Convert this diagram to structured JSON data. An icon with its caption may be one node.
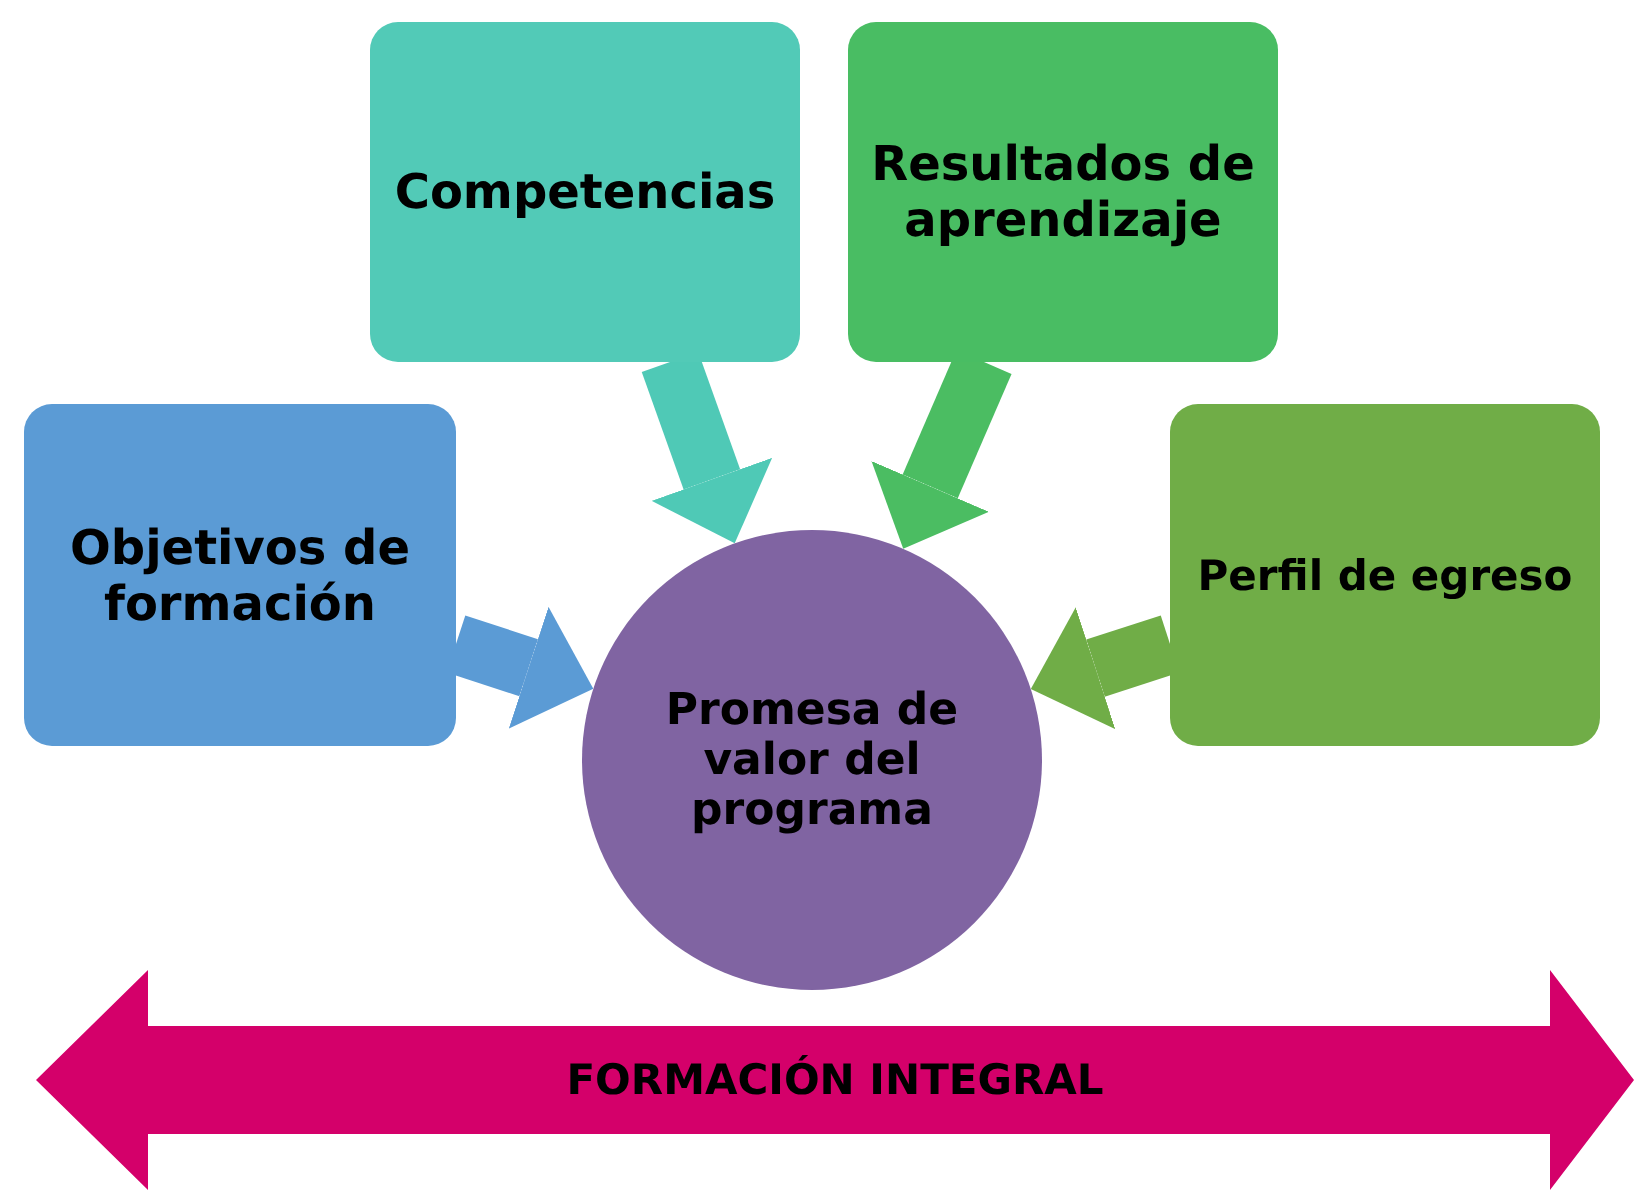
{
  "diagram": {
    "nodes": [
      {
        "text": [
          "Competencias"
        ]
      },
      {
        "text": [
          "Resultados de aprendizaje"
        ]
      },
      {
        "text": [
          "Objetivos de formación"
        ]
      },
      {
        "text": [
          "Perfil de egreso"
        ]
      },
      {
        "text": [
          "Promesa de valor del programa"
        ]
      },
      {
        "text": [
          "FORMACIÓN INTEGRAL"
        ]
      }
    ],
    "edges": [
      {
        "from": 0,
        "to": 4,
        "arrow": "to",
        "color": "#4fc9b6"
      },
      {
        "from": 1,
        "to": 4,
        "arrow": "to",
        "color": "#4bbd62"
      },
      {
        "from": 2,
        "to": 4,
        "arrow": "to",
        "color": "#5b9bd5"
      },
      {
        "from": 3,
        "to": 4,
        "arrow": "to",
        "color": "#70ad47"
      }
    ]
  }
}
